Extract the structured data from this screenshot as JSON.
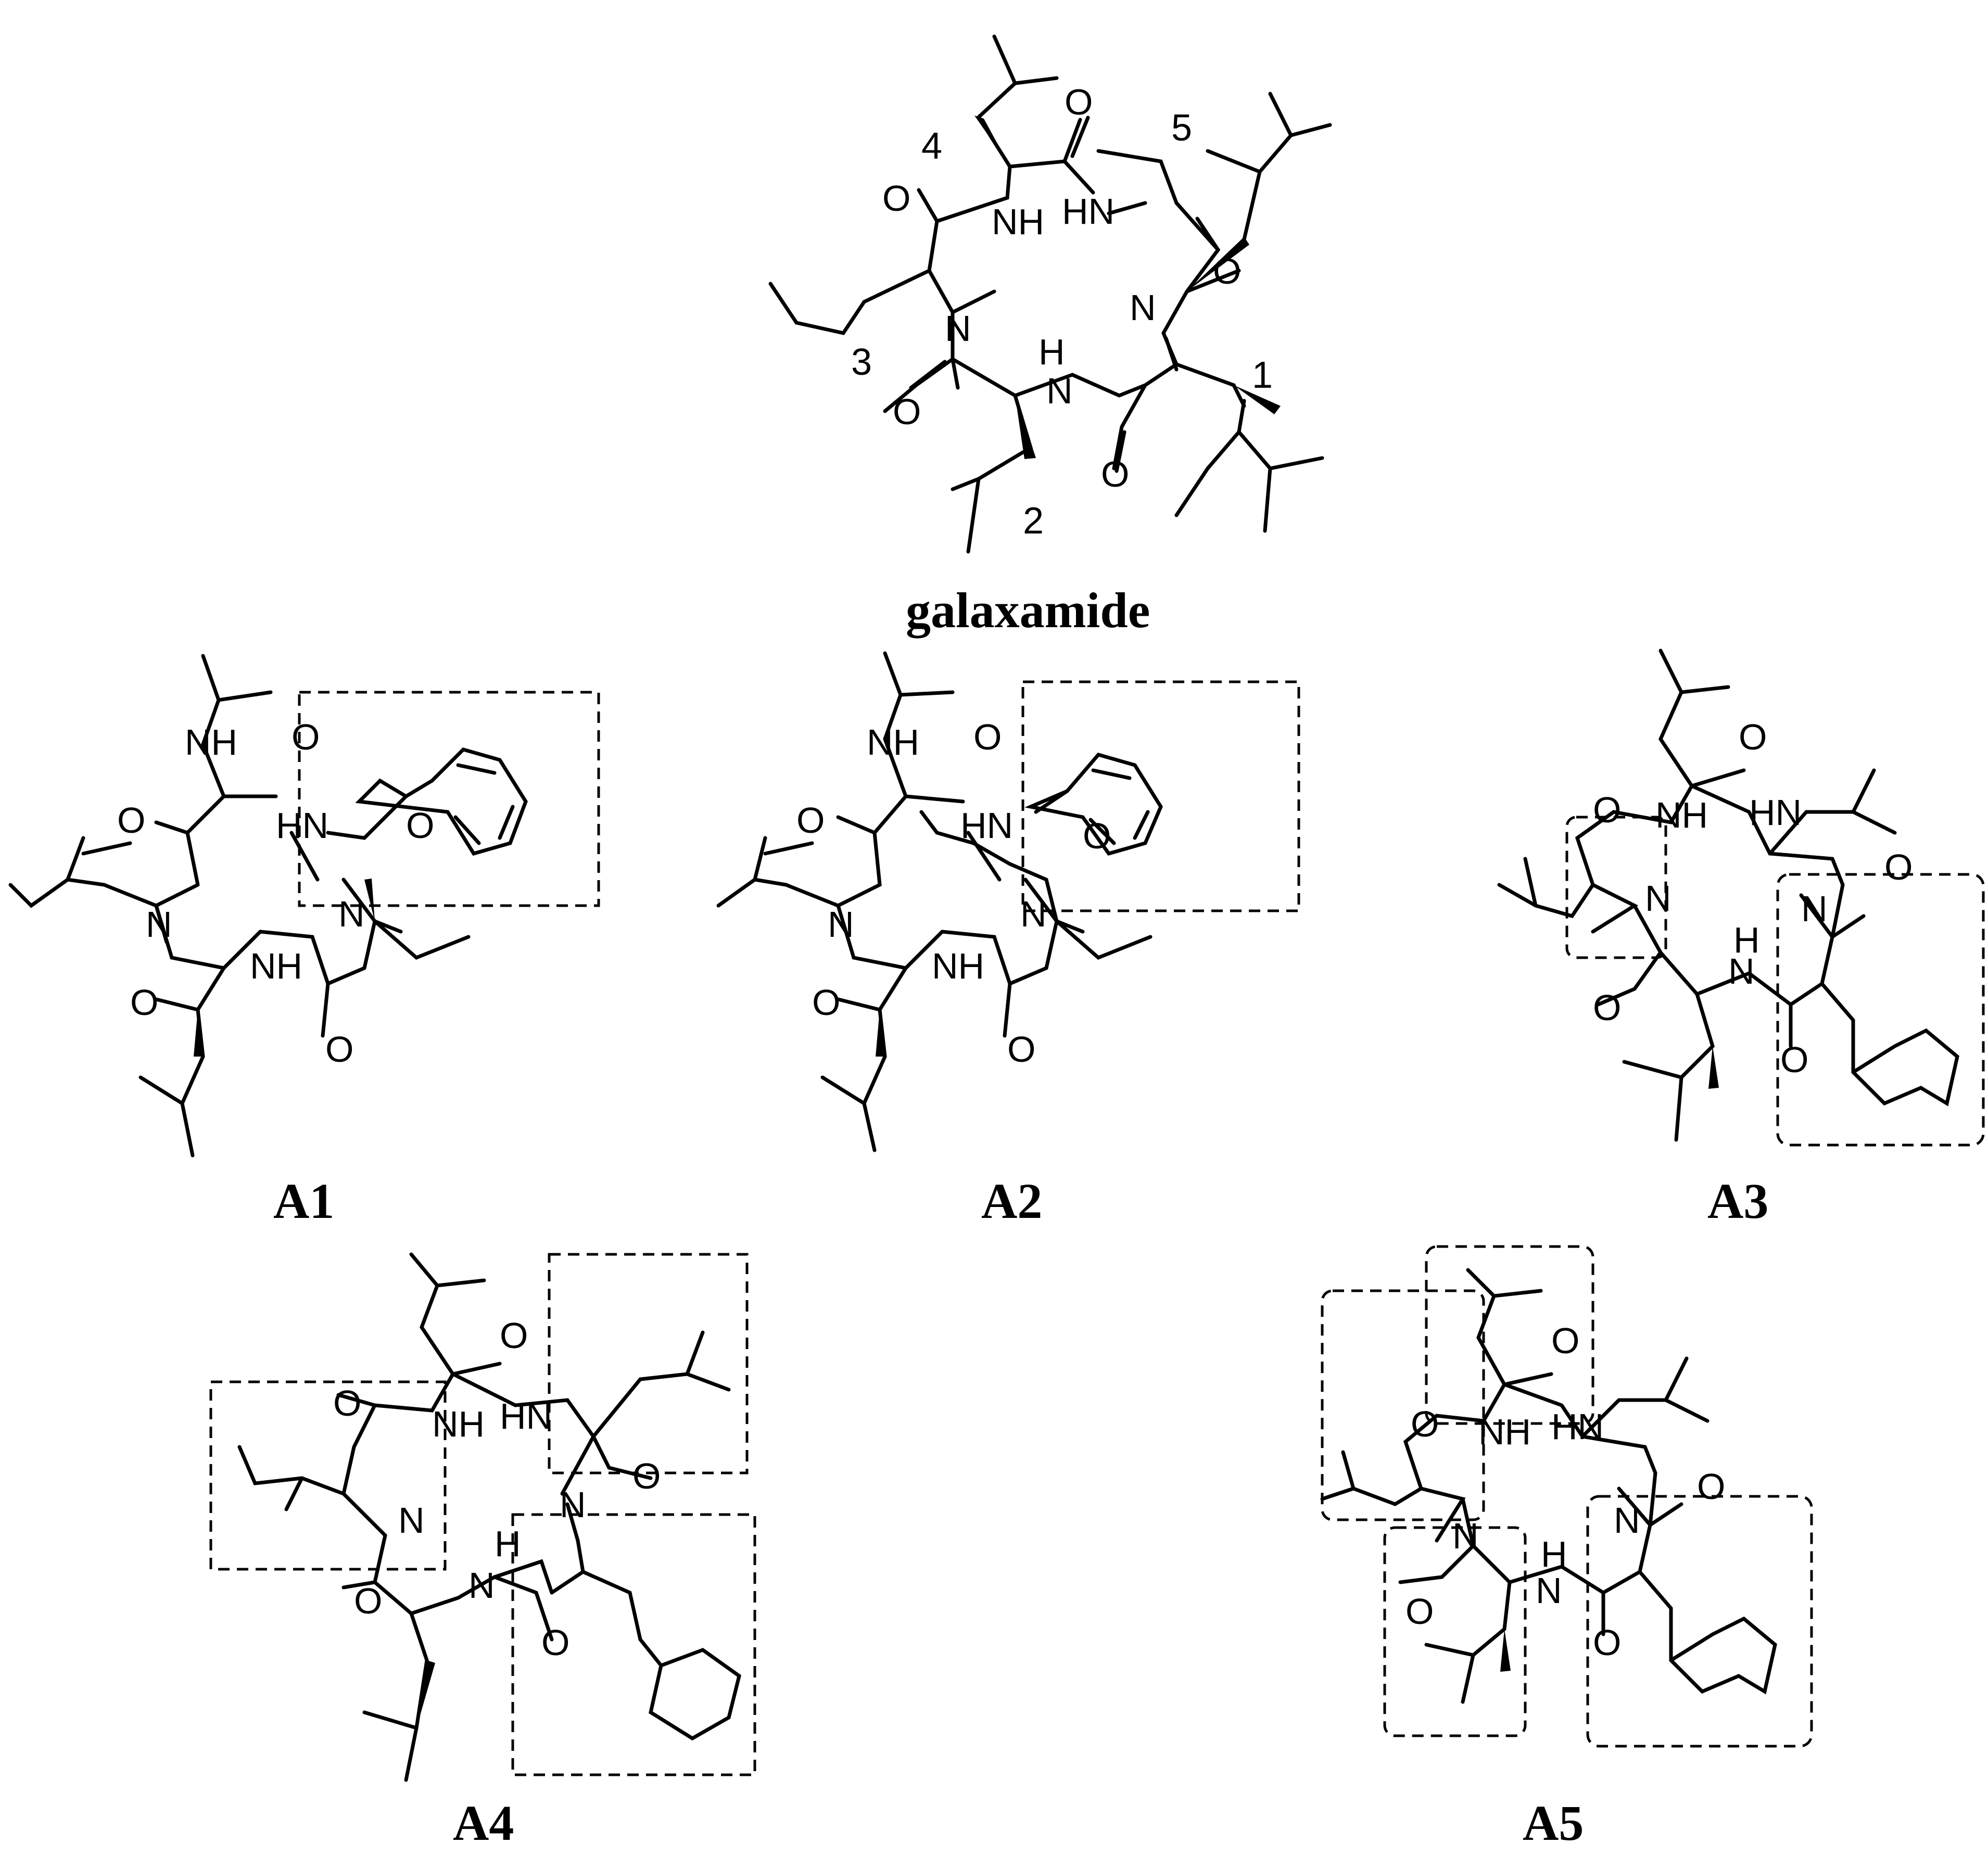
{
  "figure": {
    "galaxamide": {
      "caption": "galaxamide",
      "residue_numbers": [
        "1",
        "2",
        "3",
        "4",
        "5"
      ]
    },
    "analogs": [
      {
        "id": "A1",
        "caption": "A1"
      },
      {
        "id": "A2",
        "caption": "A2"
      },
      {
        "id": "A3",
        "caption": "A3"
      },
      {
        "id": "A4",
        "caption": "A4"
      },
      {
        "id": "A5",
        "caption": "A5"
      }
    ],
    "atom_labels": {
      "O": "O",
      "N": "N",
      "NH": "NH",
      "HN": "HN",
      "H": "H"
    }
  }
}
